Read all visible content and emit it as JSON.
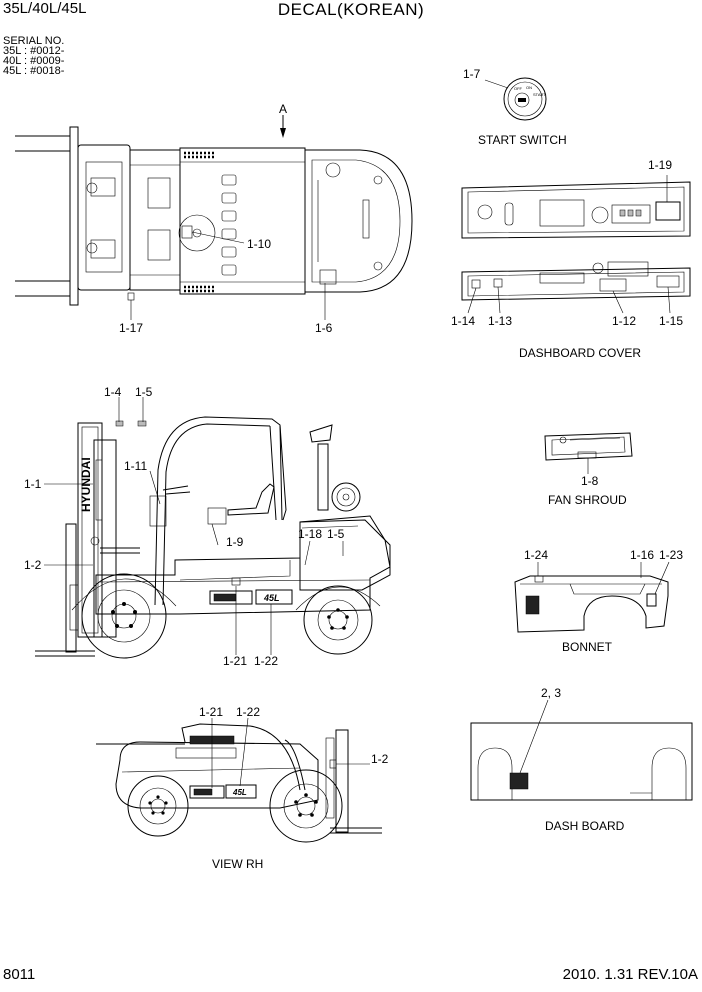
{
  "header": {
    "model": "35L/40L/45L",
    "title": "DECAL(KOREAN)",
    "serial_heading": "SERIAL NO.",
    "serials": [
      "35L : #0012-",
      "40L : #0009-",
      "45L : #0018-"
    ]
  },
  "footer": {
    "page_number": "8011",
    "revision": "2010. 1.31  REV.10A"
  },
  "view_marker": "A",
  "captions": {
    "start_switch": "START SWITCH",
    "dashboard_cover": "DASHBOARD COVER",
    "fan_shroud": "FAN SHROUD",
    "bonnet": "BONNET",
    "view_rh": "VIEW  RH",
    "dash_board": "DASH BOARD"
  },
  "callouts": {
    "c1_1": "1-1",
    "c1_2": "1-2",
    "c1_2b": "1-2",
    "c1_4": "1-4",
    "c1_5": "1-5",
    "c1_5b": "1-5",
    "c1_6": "1-6",
    "c1_7": "1-7",
    "c1_8": "1-8",
    "c1_9": "1-9",
    "c1_10": "1-10",
    "c1_11": "1-11",
    "c1_12": "1-12",
    "c1_13": "1-13",
    "c1_14": "1-14",
    "c1_15": "1-15",
    "c1_16": "1-16",
    "c1_17": "1-17",
    "c1_18": "1-18",
    "c1_19": "1-19",
    "c1_21": "1-21",
    "c1_21b": "1-21",
    "c1_22": "1-22",
    "c1_22b": "1-22",
    "c1_23": "1-23",
    "c1_24": "1-24",
    "c2_3": "2, 3"
  },
  "decal_text": {
    "mast_brand": "HYUNDAI",
    "counterweight_badge": "45L"
  },
  "switch_positions": [
    "OFF",
    "ON",
    "START"
  ]
}
